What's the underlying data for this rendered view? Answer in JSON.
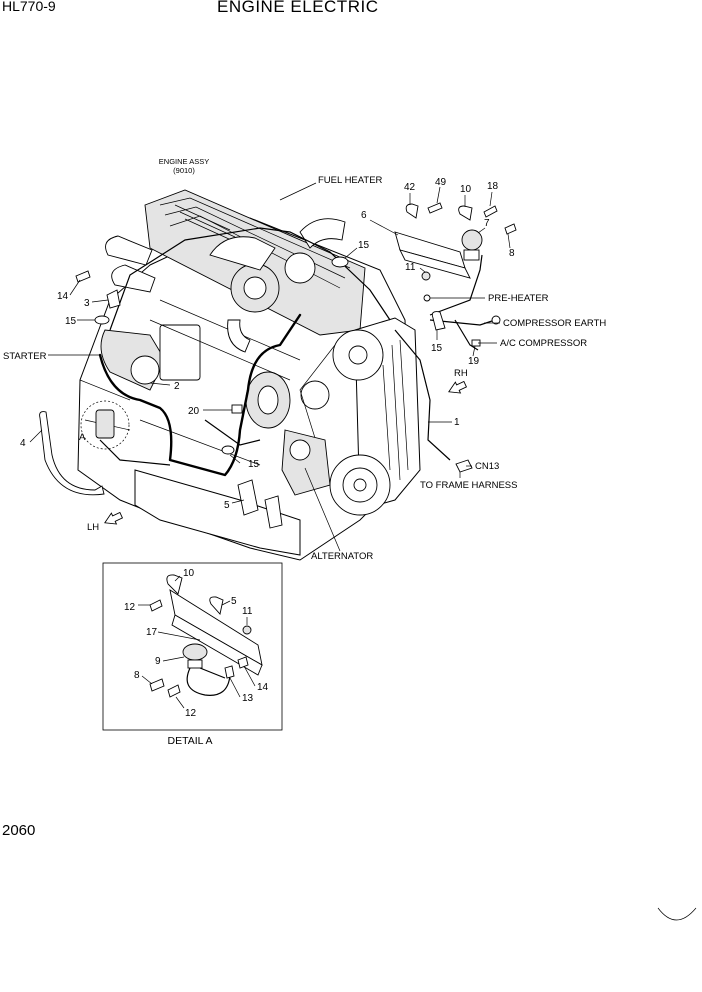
{
  "header": {
    "model": "HL770-9",
    "title": "ENGINE ELECTRIC"
  },
  "page_number": "2060",
  "engine_label": {
    "line1": "ENGINE ASSY",
    "line2": "(9010)"
  },
  "callouts": {
    "fuel_heater": "FUEL HEATER",
    "pre_heater": "PRE-HEATER",
    "compressor_earth": "COMPRESSOR EARTH",
    "ac_compressor": "A/C COMPRESSOR",
    "starter": "STARTER",
    "alternator": "ALTERNATOR",
    "to_frame_harness": "TO FRAME HARNESS",
    "cn13": "CN13",
    "rh": "RH",
    "lh": "LH",
    "detail_marker": "A"
  },
  "part_numbers": {
    "p42": "42",
    "p49": "49",
    "p10": "10",
    "p18": "18",
    "p6": "6",
    "p7": "7",
    "p15_top": "15",
    "p8": "8",
    "p11": "11",
    "p15_right": "15",
    "p19": "19",
    "p1": "1",
    "p14": "14",
    "p3": "3",
    "p15_left": "15",
    "p2": "2",
    "p20": "20",
    "p4": "4",
    "p15_bottom": "15",
    "p5": "5"
  },
  "detail_a": {
    "caption": "DETAIL A",
    "parts": {
      "d10": "10",
      "d12_top": "12",
      "d5": "5",
      "d11": "11",
      "d17": "17",
      "d9": "9",
      "d8": "8",
      "d14": "14",
      "d13": "13",
      "d12_bottom": "12"
    }
  }
}
